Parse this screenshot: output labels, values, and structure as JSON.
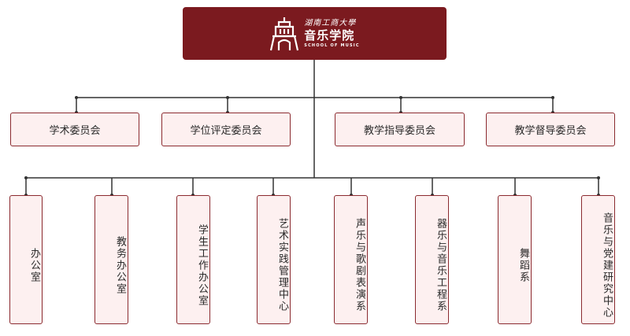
{
  "root": {
    "university_script": "湖南工商大學",
    "name": "音乐学院",
    "english_name": "SCHOOL OF MUSIC",
    "color": "#7b1a1f"
  },
  "committees": [
    "学术委员会",
    "学位评定委员会",
    "教学指导委员会",
    "教学督导委员会"
  ],
  "departments": [
    "办公室",
    "教务办公室",
    "学生工作办公室",
    "艺术实践管理中心",
    "声乐与歌剧表演系",
    "器乐与音乐工程系",
    "舞蹈系",
    "音乐与党建研究中心"
  ],
  "colors": {
    "box_fill": "#fdf0f0",
    "box_border": "#8b2a2f",
    "connector": "#333333"
  },
  "icons": [
    "university-emblem-icon"
  ]
}
